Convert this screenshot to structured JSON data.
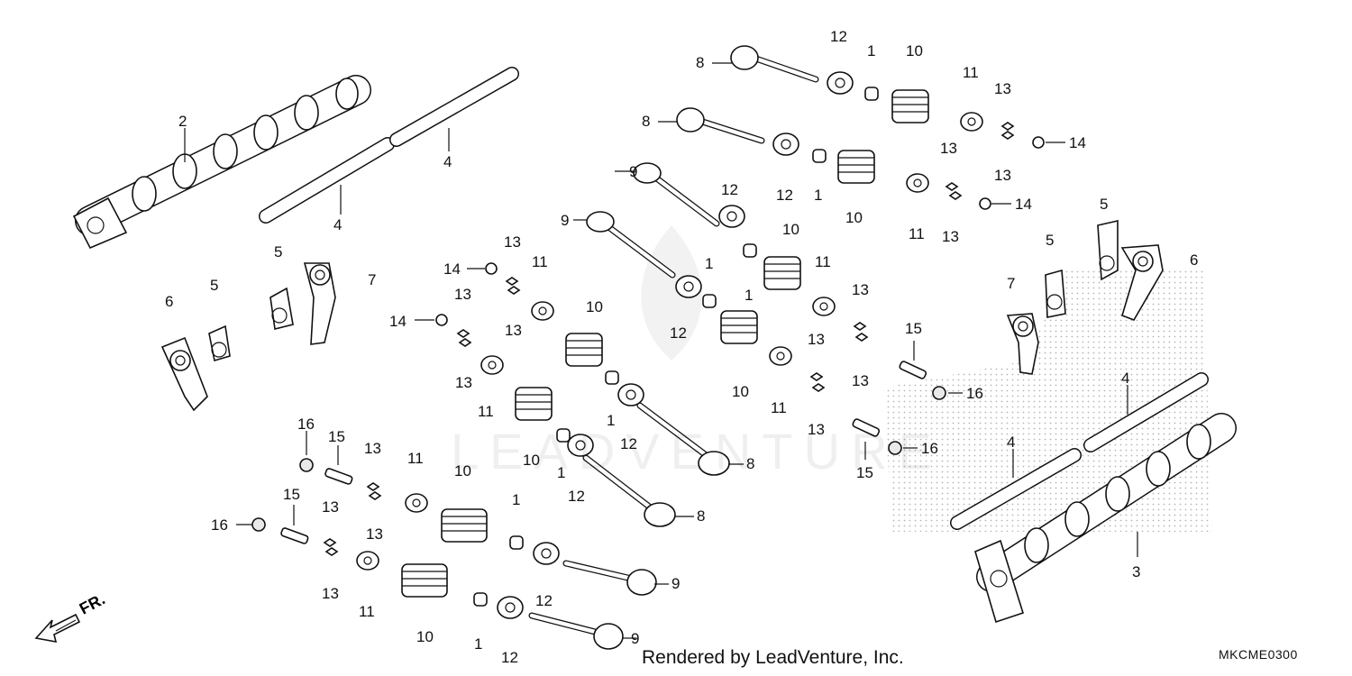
{
  "diagram": {
    "labels": {
      "p1": "1",
      "p2": "2",
      "p3": "3",
      "p4": "4",
      "p5": "5",
      "p6": "6",
      "p7": "7",
      "p8": "8",
      "p9": "9",
      "p10": "10",
      "p11": "11",
      "p12": "12",
      "p13": "13",
      "p14": "14",
      "p15": "15",
      "p16": "16"
    },
    "direction_label": "FR.",
    "watermark": "LEADVENTURE",
    "credit": "Rendered by LeadVenture, Inc.",
    "diagram_code": "MKCME0300",
    "colors": {
      "line": "#111111",
      "stipple": "#bbbbbb",
      "fill": "#ffffff"
    }
  }
}
